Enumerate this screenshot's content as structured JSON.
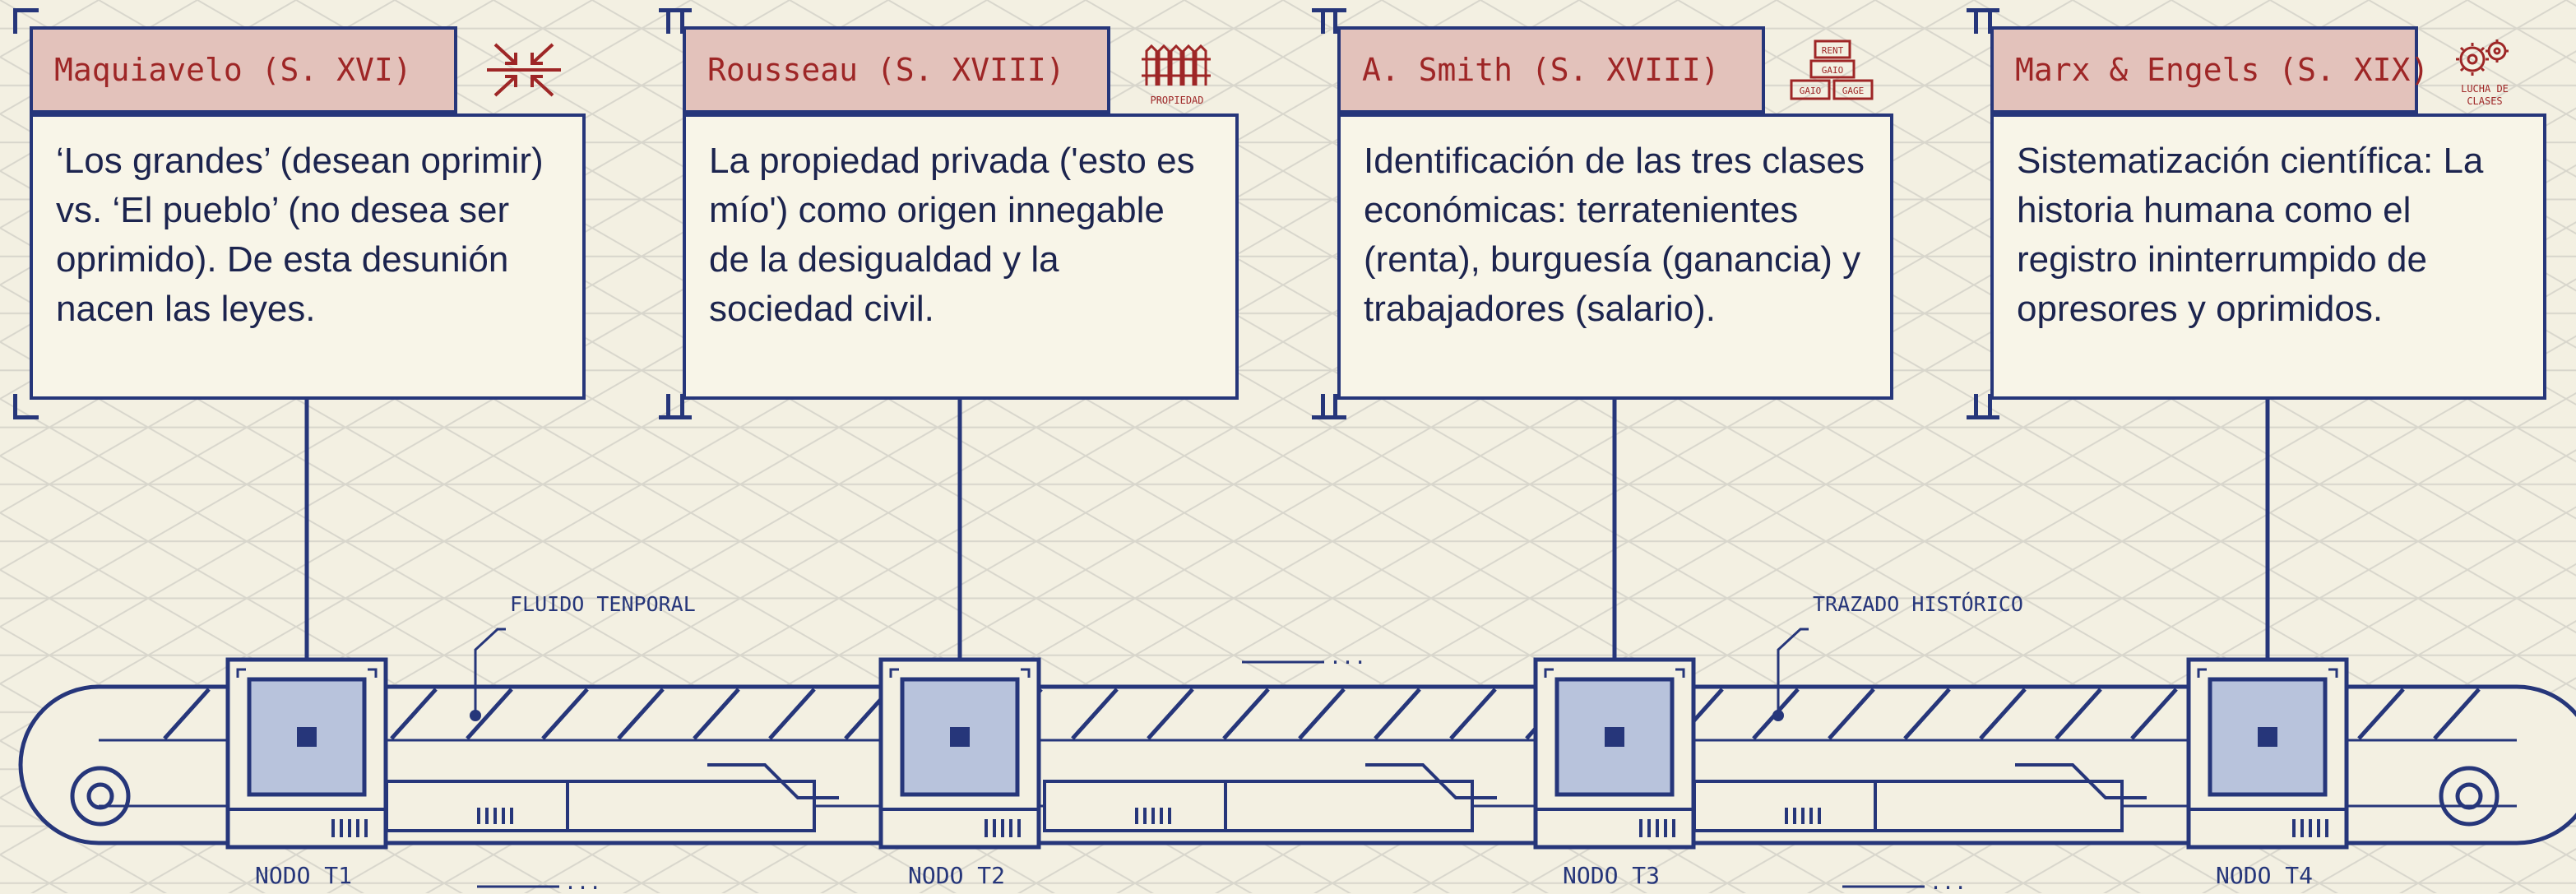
{
  "cards": [
    {
      "title": "Maquiavelo (S. XVI)",
      "text": "‘Los grandes’ (desean oprimir) vs. ‘El pueblo’ (no desea ser oprimido). De esta desunión nacen las leyes.",
      "icon": "converging-arrows-icon"
    },
    {
      "title": "Rousseau (S. XVIII)",
      "text": "La propiedad privada ('esto es mío') como origen innegable de la desigualdad y la sociedad civil.",
      "icon": "fence-icon",
      "icon_caption": "PROPIEDAD"
    },
    {
      "title": "A. Smith (S. XVIII)",
      "text": "Identificación de las tres clases económicas: terratenientes (renta), burguesía (ganancia) y trabajadores (salario).",
      "icon": "stacked-bricks-icon",
      "icon_labels": [
        "RENT",
        "GAIO",
        "GAIO",
        "GAGE"
      ]
    },
    {
      "title": "Marx & Engels (S. XIX)",
      "text": "Sistematización científica: La historia humana como el registro ininterrumpido de opresores y oprimidos.",
      "icon": "gears-icon",
      "icon_caption": [
        "LUCHA DE",
        "CLASES"
      ]
    }
  ],
  "nodes": [
    "NODO T1",
    "NODO T2",
    "NODO T3",
    "NODO T4"
  ],
  "annotations": {
    "flow": "FLUIDO TENPORAL",
    "trace": "TRAZADO HISTÓRICO",
    "ellipsis": "..."
  },
  "colors": {
    "background": "#f3f0e2",
    "ink": "#26367a",
    "title_fill": "#e3c2bb",
    "title_text": "#9e2626",
    "node_fill": "#b8c3dc"
  }
}
